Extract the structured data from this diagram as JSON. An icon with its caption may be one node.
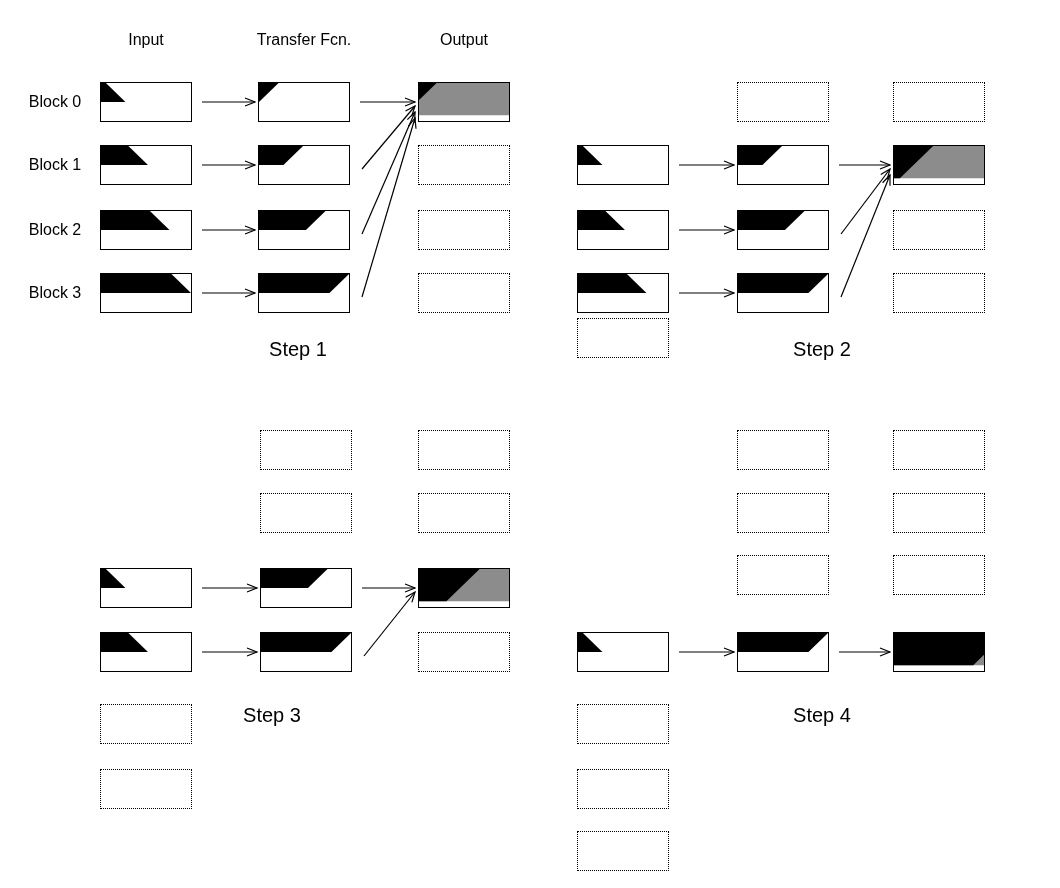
{
  "diagram": {
    "nodes": [
      {
        "text": [],
        "shape": "box"
      },
      {
        "text": [],
        "shape": "box"
      },
      {
        "text": [],
        "shape": "box"
      },
      {
        "text": [],
        "shape": "box"
      },
      {
        "text": [],
        "shape": "box"
      },
      {
        "text": [],
        "shape": "box"
      },
      {
        "text": [],
        "shape": "box"
      },
      {
        "text": [],
        "shape": "box"
      },
      {
        "text": [],
        "shape": "box"
      },
      {
        "text": [],
        "shape": "box"
      },
      {
        "text": [],
        "shape": "box"
      },
      {
        "text": [],
        "shape": "box"
      },
      {
        "text": [],
        "shape": "box"
      },
      {
        "text": [],
        "shape": "box"
      },
      {
        "text": [],
        "shape": "box"
      },
      {
        "text": [],
        "shape": "box"
      },
      {
        "text": [],
        "shape": "box"
      },
      {
        "text": [],
        "shape": "box"
      },
      {
        "text": [],
        "shape": "box"
      },
      {
        "text": [],
        "shape": "box"
      },
      {
        "text": [],
        "shape": "box"
      },
      {
        "text": [],
        "shape": "box"
      },
      {
        "text": [],
        "shape": "box"
      },
      {
        "text": [],
        "shape": "box"
      },
      {
        "text": [],
        "shape": "box"
      },
      {
        "text": [],
        "shape": "box"
      },
      {
        "text": [],
        "shape": "box"
      },
      {
        "text": [],
        "shape": "box"
      },
      {
        "text": [],
        "shape": "box"
      },
      {
        "text": [],
        "shape": "box"
      },
      {
        "text": [],
        "shape": "box"
      },
      {
        "text": [],
        "shape": "box"
      },
      {
        "text": [],
        "shape": "box"
      },
      {
        "text": [],
        "shape": "box"
      },
      {
        "text": [],
        "shape": "box"
      },
      {
        "text": [],
        "shape": "box"
      },
      {
        "text": [],
        "shape": "box"
      },
      {
        "text": [],
        "shape": "box"
      },
      {
        "text": [],
        "shape": "box"
      },
      {
        "text": [],
        "shape": "box"
      },
      {
        "text": [],
        "shape": "box"
      },
      {
        "text": [],
        "shape": "box"
      },
      {
        "text": [],
        "shape": "box"
      },
      {
        "text": [],
        "shape": "box"
      },
      {
        "text": [],
        "shape": "box"
      },
      {
        "text": [],
        "shape": "box"
      },
      {
        "text": [],
        "shape": "box"
      },
      {
        "text": [],
        "shape": "box"
      }
    ],
    "edges": [
      {
        "from": 0,
        "to": 1,
        "arrow": "to"
      },
      {
        "from": 1,
        "to": 2,
        "arrow": "to"
      },
      {
        "from": 3,
        "to": 4,
        "arrow": "to"
      },
      {
        "from": 4,
        "to": 2,
        "arrow": "to"
      },
      {
        "from": 6,
        "to": 7,
        "arrow": "to"
      },
      {
        "from": 7,
        "to": 2,
        "arrow": "to"
      },
      {
        "from": 9,
        "to": 10,
        "arrow": "to"
      },
      {
        "from": 10,
        "to": 2,
        "arrow": "to"
      },
      {
        "from": 14,
        "to": 15,
        "arrow": "to"
      },
      {
        "from": 15,
        "to": 16,
        "arrow": "to"
      },
      {
        "from": 17,
        "to": 18,
        "arrow": "to"
      },
      {
        "from": 18,
        "to": 16,
        "arrow": "to"
      },
      {
        "from": 20,
        "to": 21,
        "arrow": "to"
      },
      {
        "from": 21,
        "to": 16,
        "arrow": "to"
      },
      {
        "from": 28,
        "to": 29,
        "arrow": "to"
      },
      {
        "from": 29,
        "to": 30,
        "arrow": "to"
      },
      {
        "from": 31,
        "to": 32,
        "arrow": "to"
      },
      {
        "from": 32,
        "to": 30,
        "arrow": "to"
      },
      {
        "from": 42,
        "to": 43,
        "arrow": "to"
      },
      {
        "from": 43,
        "to": 44,
        "arrow": "to"
      }
    ],
    "labels": [
      "Input",
      "Transfer Fcn.",
      "Output",
      "Block 0",
      "Block 1",
      "Block 2",
      "Block 3",
      "Step 1",
      "Step 2",
      "Step 3",
      "Step 4"
    ]
  }
}
